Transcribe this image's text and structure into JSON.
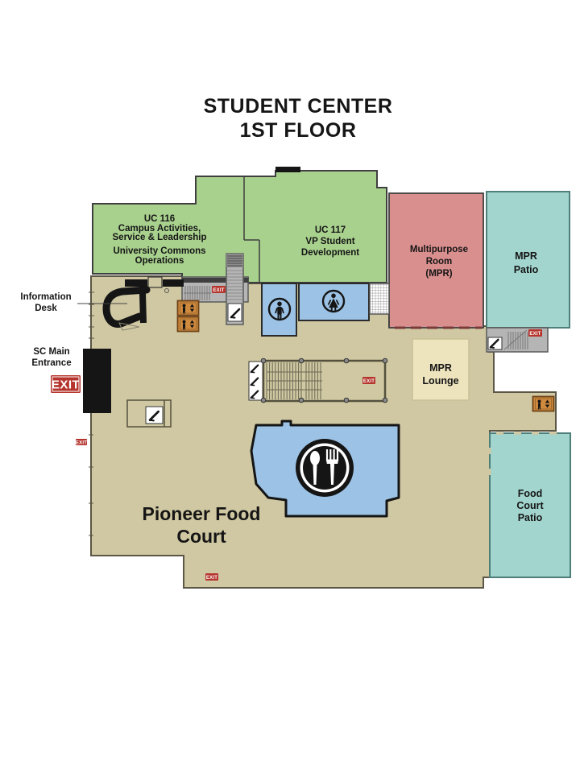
{
  "page": {
    "title_line1": "STUDENT CENTER",
    "title_line2": "1ST FLOOR"
  },
  "rooms": {
    "uc116": {
      "line1": "UC 116",
      "line2": "Campus Activities,",
      "line3": "Service & Leadership",
      "line4": "University Commons",
      "line5": "Operations",
      "color": "#a9d18e"
    },
    "uc117": {
      "line1": "UC 117",
      "line2": "VP Student",
      "line3": "Development",
      "color": "#a9d18e"
    },
    "mpr": {
      "line1": "Multipurpose",
      "line2": "Room",
      "line3": "(MPR)",
      "color": "#d98f8e"
    },
    "mpr_patio": {
      "line1": "MPR",
      "line2": "Patio",
      "color": "#a2d5ce"
    },
    "mpr_lounge": {
      "line1": "MPR",
      "line2": "Lounge",
      "color": "#ede4bd"
    },
    "pioneer_food_court": {
      "line1": "Pioneer Food",
      "line2": "Court",
      "color": "#cfc8a2"
    },
    "food_court_patio": {
      "line1": "Food",
      "line2": "Court",
      "line3": "Patio",
      "color": "#a2d5ce"
    }
  },
  "callouts": {
    "information_desk_line1": "Information",
    "information_desk_line2": "Desk",
    "sc_main_entrance_line1": "SC Main",
    "sc_main_entrance_line2": "Entrance"
  },
  "signs": {
    "exit_label": "EXIT"
  },
  "icons": {
    "food_court_icon": "spoon-and-fork",
    "mens_restroom_icon": "male-figure",
    "womens_restroom_icon": "female-figure",
    "elevator_icon": "elevator-person-with-up-down-arrows",
    "stairs_icon": "diagonal-stair-glyph",
    "information_desk_shape": "curved-counter"
  },
  "colors": {
    "floor_tan": "#cfc8a2",
    "office_green": "#a9d18e",
    "mpr_pink": "#d98f8e",
    "patio_teal": "#a2d5ce",
    "restroom_blue": "#9cc3e5",
    "lounge_cream": "#ede4bd",
    "elevator_orange": "#d08a3e",
    "stair_gray": "#b5b5b5",
    "exit_red": "#b5342d"
  }
}
